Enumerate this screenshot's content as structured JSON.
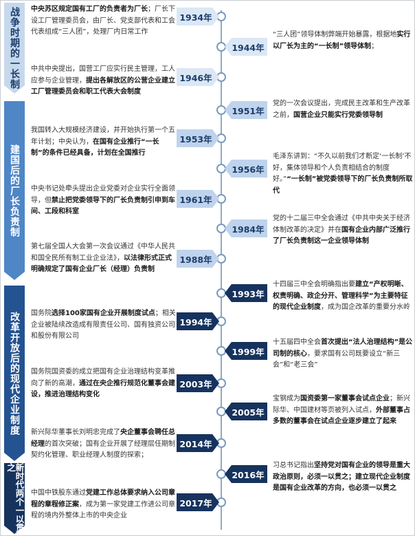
{
  "eras": [
    {
      "label": "战争时期的一长制"
    },
    {
      "label": "建国后的厂长负责制"
    },
    {
      "label": "改革开放后的现代企业制度"
    },
    {
      "label": "新时代两个一以贯之"
    }
  ],
  "events": [
    {
      "year": "1934年",
      "parts": [
        {
          "b": "中央苏区规定国有工厂的负责者为厂长"
        },
        {
          "t": "；厂长下设工厂管理委员会，由厂长、党支部代表和工会代表组成“三人团”，处理厂内日常工作"
        }
      ]
    },
    {
      "year": "1944年",
      "parts": [
        {
          "t": "“三人团”领导体制弊端开始暴露，根据地"
        },
        {
          "b": "实行以厂长为主的“一长制”领导体制"
        },
        {
          "t": "；"
        }
      ]
    },
    {
      "year": "1946年",
      "parts": [
        {
          "t": "中共中央提出，国营工厂应实行民主管理，工人应参与企业管理，"
        },
        {
          "b": "提出各解放区的公营企业建立工厂管理委员会和职工代表大会制度"
        }
      ]
    },
    {
      "year": "1951年",
      "parts": [
        {
          "t": "党的一次会议提出，完成民主改革和生产改革之前，"
        },
        {
          "b": "国营企业只能实行党委领导制"
        }
      ]
    },
    {
      "year": "1953年",
      "parts": [
        {
          "t": "我国转入大规模经济建设，并开始执行第一个五年计划；中央认为，"
        },
        {
          "b": "在国有企业推行“一长制”的条件已经具备，计划在全国推行"
        }
      ]
    },
    {
      "year": "1956年",
      "parts": [
        {
          "t": "毛泽东讲到：“不久以前我们才断定‘一长制’不好，集体领导和个人负责相结合的制度好。”"
        },
        {
          "b": "“一长制”被党委领导下的厂长负责制所取代"
        }
      ]
    },
    {
      "year": "1961年",
      "parts": [
        {
          "t": "中央书记处牵头提出企业党委对企业实行全面领导，但"
        },
        {
          "b": "禁止把党委领导下的厂长负责制引申到车间、工段和科室"
        }
      ]
    },
    {
      "year": "1984年",
      "parts": [
        {
          "t": "党的十二届三中全会通过《中共中央关于经济体制改革的决定》并在"
        },
        {
          "b": "国有企业内部广泛推行了厂长负责制这一企业领导体制"
        }
      ]
    },
    {
      "year": "1988年",
      "parts": [
        {
          "t": "第七届全国人大会第一次会议通过《中华人民共和国全民所有制工业企业法》，"
        },
        {
          "b": "以法律形式正式明确规定了国有企业厂长（经理）负责制"
        }
      ]
    },
    {
      "year": "1993年",
      "parts": [
        {
          "t": "十四届三中全会明确指出要"
        },
        {
          "b": "建立“产权明晰、权责明确、政企分开、管理科学”为主要特征的现代企业制度"
        },
        {
          "t": "，成为国企改革的重要分水岭"
        }
      ]
    },
    {
      "year": "1994年",
      "parts": [
        {
          "t": "国务院"
        },
        {
          "b": "选择100家国有企业开展制度试点"
        },
        {
          "t": "；相关企业被陆续改造成有限责任公司、国有独资公司和股份有限公司"
        }
      ]
    },
    {
      "year": "1999年",
      "parts": [
        {
          "t": "十五届四中全会"
        },
        {
          "b": "首次提出“法人治理结构”是公司制的核心"
        },
        {
          "t": "，要求国有公司既要设立“新三会”和“老三会”"
        }
      ]
    },
    {
      "year": "2003年",
      "parts": [
        {
          "t": "国务院国资委的成立把国有企业治理结构变革推向了新的高潮，"
        },
        {
          "b": "通过在央企推行规范化董事会建设，推进治理结构变化"
        }
      ]
    },
    {
      "year": "2005年",
      "parts": [
        {
          "t": "宝钢成为"
        },
        {
          "b": "国资委第一家董事会试点企业"
        },
        {
          "t": "；新兴际华、中国建材等页被列入试点，"
        },
        {
          "b": "外部董事占多数的董事会在试点企业逐步建立了起来"
        }
      ]
    },
    {
      "year": "2014年",
      "parts": [
        {
          "t": "新兴际华董事长刘明忠完成了"
        },
        {
          "b": "央企董事会聘任总经理"
        },
        {
          "t": "的首次突破；国有企业开展了经理层任期制契约化管理、职业经理人制度的探索；"
        }
      ]
    },
    {
      "year": "2016年",
      "parts": [
        {
          "t": "习总书记指出"
        },
        {
          "b": "坚持党对国有企业的领导是重大政治原则，必须一以贯之；建立现代企业制度是国有企业改革的方向，也必须一以贯之"
        }
      ]
    },
    {
      "year": "2017年",
      "parts": [
        {
          "t": "中国中铁股东通过"
        },
        {
          "b": "党建工作总体要求纳入公司章程的章程修正案"
        },
        {
          "t": "，成为第一家党建工作进公司章程的境内外整体上市的中央企业"
        }
      ]
    }
  ]
}
